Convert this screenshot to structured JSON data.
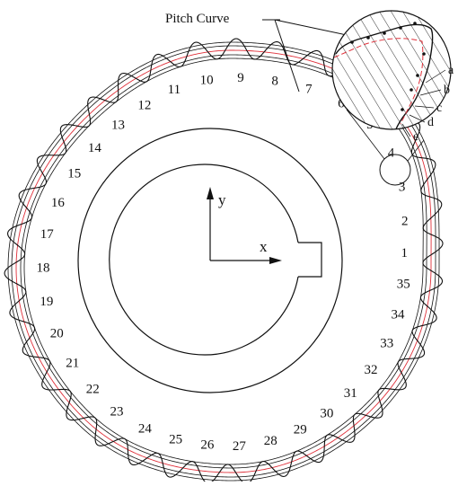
{
  "figure": {
    "pitch_curve_label": "Pitch Curve",
    "x_axis_label": "x",
    "y_axis_label": "y",
    "detail_labels": [
      "a",
      "b",
      "c",
      "d",
      "e"
    ],
    "tooth_count": 35,
    "tooth_numbers": [
      "1",
      "2",
      "3",
      "4",
      "5",
      "6",
      "7",
      "8",
      "9",
      "10",
      "11",
      "12",
      "13",
      "14",
      "15",
      "16",
      "17",
      "18",
      "19",
      "20",
      "21",
      "22",
      "23",
      "24",
      "25",
      "26",
      "27",
      "28",
      "29",
      "30",
      "31",
      "32",
      "33",
      "34",
      "35"
    ],
    "colors": {
      "line": "#111111",
      "pitch_curve": "#e0303a",
      "background": "#ffffff"
    }
  }
}
